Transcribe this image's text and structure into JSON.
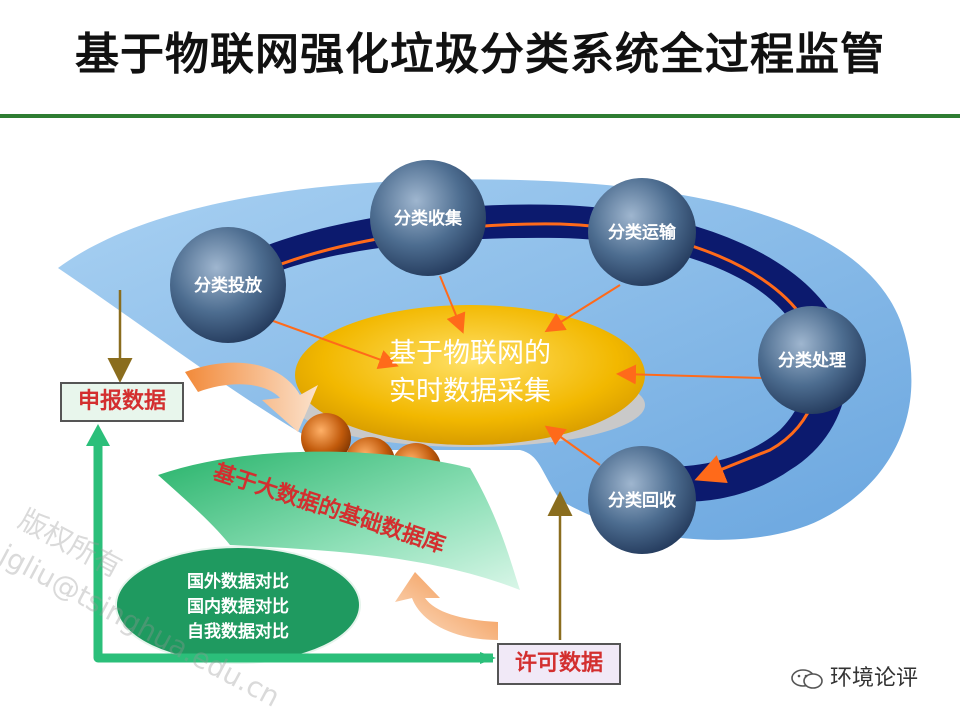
{
  "title": "基于物联网强化垃圾分类系统全过程监管",
  "nodes": {
    "put": "分类投放",
    "collect": "分类收集",
    "transport": "分类运输",
    "process": "分类处理",
    "recycle": "分类回收"
  },
  "center": {
    "line1": "基于物联网的",
    "line2": "实时数据采集"
  },
  "database_label": "基于大数据的基础数据库",
  "comparisons": [
    "国外数据对比",
    "国内数据对比",
    "自我数据对比"
  ],
  "boxes": {
    "report": "申报数据",
    "permit": "许可数据"
  },
  "watermark": {
    "line1": "版权所有",
    "line2": "jgliu@tsinghua.edu.cn"
  },
  "brand": "环境论评",
  "colors": {
    "accent_green": "#2e7d32",
    "ring_dark_blue": "#0c1a6e",
    "ring_light_blue": "#7fb4e6",
    "center_gold": "#e8b400",
    "label_red": "#d32f2f",
    "connector_orange": "#ff6a1a",
    "flow_green": "#2bbf7a"
  }
}
